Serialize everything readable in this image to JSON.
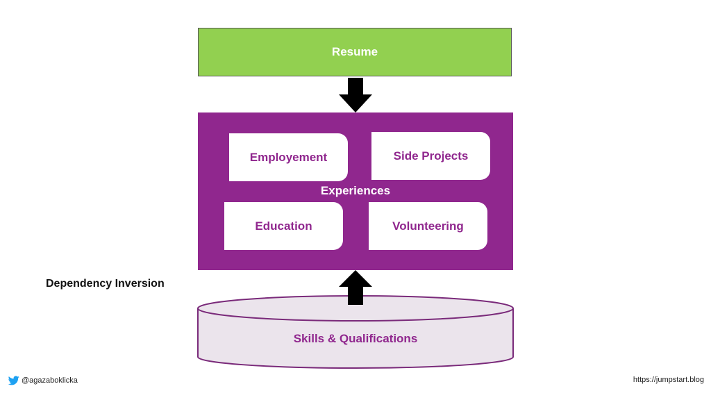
{
  "colors": {
    "resume_fill": "#92d050",
    "experiences_fill": "#90278e",
    "card_text": "#90278e",
    "cylinder_fill": "#ebe4ec",
    "cylinder_stroke": "#7a2a7a",
    "arrow": "#000000",
    "twitter_blue": "#1da1f2"
  },
  "diagram": {
    "resume_label": "Resume",
    "experiences_label": "Experiences",
    "cards": {
      "employment": "Employement",
      "side_projects": "Side Projects",
      "education": "Education",
      "volunteering": "Volunteering"
    },
    "skills_label": "Skills & Qualifications",
    "caption": "Dependency Inversion"
  },
  "footer": {
    "twitter_icon": "twitter-bird-icon",
    "handle": "@agazaboklicka",
    "url": "https://jumpstart.blog"
  }
}
